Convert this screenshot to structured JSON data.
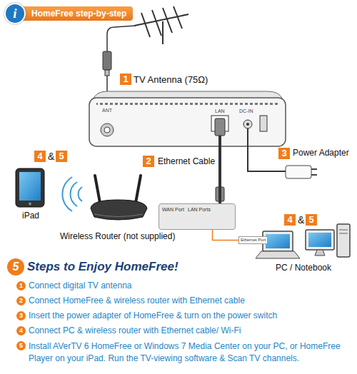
{
  "diagram": {
    "title": "HomeFree step-by-step",
    "nodes": [
      {
        "text": [
          "i"
        ]
      },
      {
        "text": [
          "1"
        ]
      },
      {
        "text": [
          "ANT",
          "LAN",
          "DC-IN"
        ]
      },
      {
        "text": [
          "4"
        ]
      },
      {
        "text": [
          "5"
        ]
      },
      {
        "text": [
          "2"
        ]
      },
      {
        "text": [
          "3"
        ]
      },
      {
        "text": [
          "WAN Port",
          "LAN Ports"
        ]
      },
      {
        "text": [
          "Ethernet Port"
        ]
      },
      {
        "text": [
          "4"
        ]
      },
      {
        "text": [
          "5"
        ]
      },
      {
        "text": [
          "5"
        ]
      },
      {
        "text": [
          "1"
        ]
      },
      {
        "text": [
          "2"
        ]
      },
      {
        "text": [
          "3"
        ]
      },
      {
        "text": [
          "4"
        ]
      },
      {
        "text": [
          "5"
        ]
      }
    ],
    "edges": [
      {
        "from": 2,
        "to": 7,
        "arrow": "none"
      },
      {
        "from": 7,
        "to": 8,
        "arrow": "none"
      }
    ],
    "labels": [
      "TV Antenna (75Ω)",
      "&",
      "Ethernet Cable",
      "Power Adapter",
      "iPad",
      "Wireless Router (not supplied)",
      "&",
      "PC / Notebook",
      "Steps to Enjoy HomeFree!",
      "Connect digital TV antenna",
      "Connect HomeFree & wireless router with Ethernet cable",
      "Insert the power adapter of HomeFree & turn on the power switch",
      "Connect PC & wireless router with Ethernet cable/ Wi-Fi",
      "Install AVerTV 6 HomeFree or Windows 7 Media Center on your PC, or HomeFree Player on your iPad. Run the TV-viewing software & Scan TV channels."
    ]
  }
}
